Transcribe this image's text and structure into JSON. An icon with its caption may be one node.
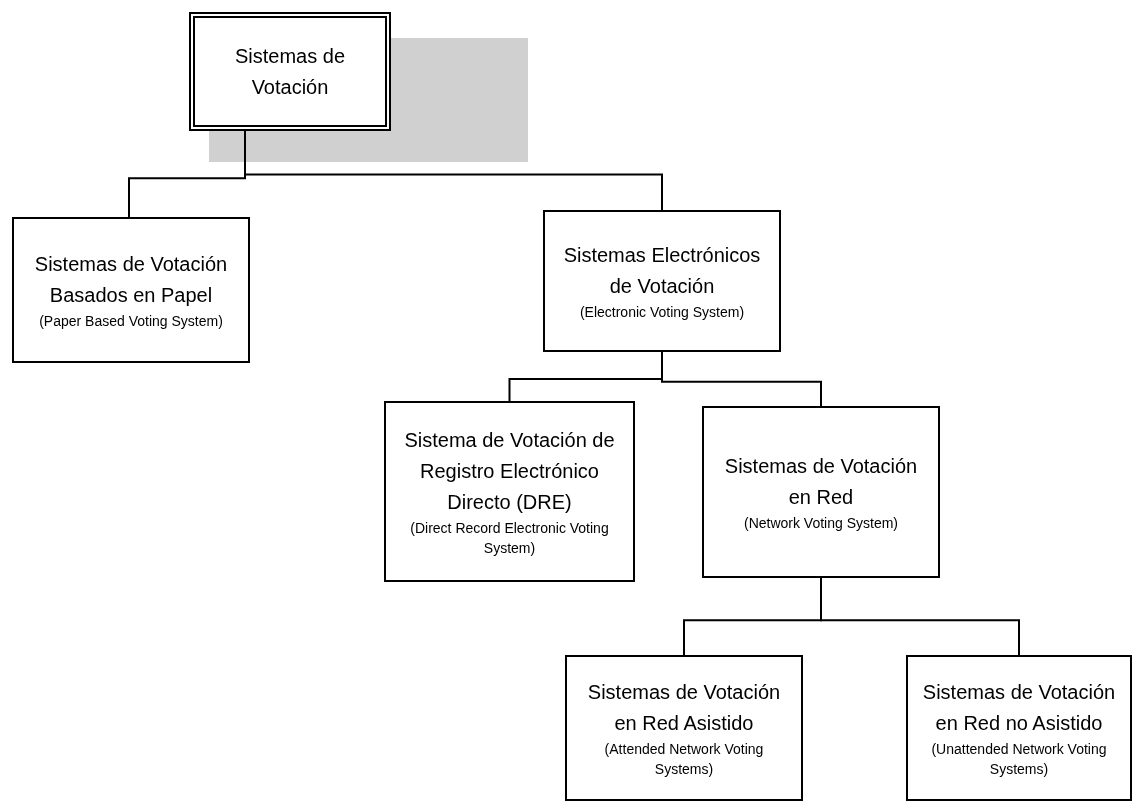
{
  "diagram": {
    "nodes": [
      {
        "text": [
          "Sistemas de Votación"
        ]
      },
      {
        "text": [
          "Sistemas de Votación Basados en Papel",
          "(Paper Based Voting System)"
        ]
      },
      {
        "text": [
          "Sistemas Electrónicos de Votación",
          "(Electronic Voting System)"
        ]
      },
      {
        "text": [
          "Sistema de Votación de Registro Electrónico Directo (DRE)",
          "(Direct Record Electronic Voting System)"
        ]
      },
      {
        "text": [
          "Sistemas de Votación en Red",
          "(Network Voting System)"
        ]
      },
      {
        "text": [
          "Sistemas de Votación en Red Asistido",
          "(Attended Network Voting Systems)"
        ]
      },
      {
        "text": [
          "Sistemas de Votación en Red no Asistido",
          "(Unattended Network Voting Systems)"
        ]
      }
    ],
    "edges": [
      {
        "from": 0,
        "to": 1,
        "arrow": "none"
      },
      {
        "from": 0,
        "to": 2,
        "arrow": "none"
      },
      {
        "from": 2,
        "to": 3,
        "arrow": "none"
      },
      {
        "from": 2,
        "to": 4,
        "arrow": "none"
      },
      {
        "from": 4,
        "to": 5,
        "arrow": "none"
      },
      {
        "from": 4,
        "to": 6,
        "arrow": "none"
      }
    ]
  }
}
